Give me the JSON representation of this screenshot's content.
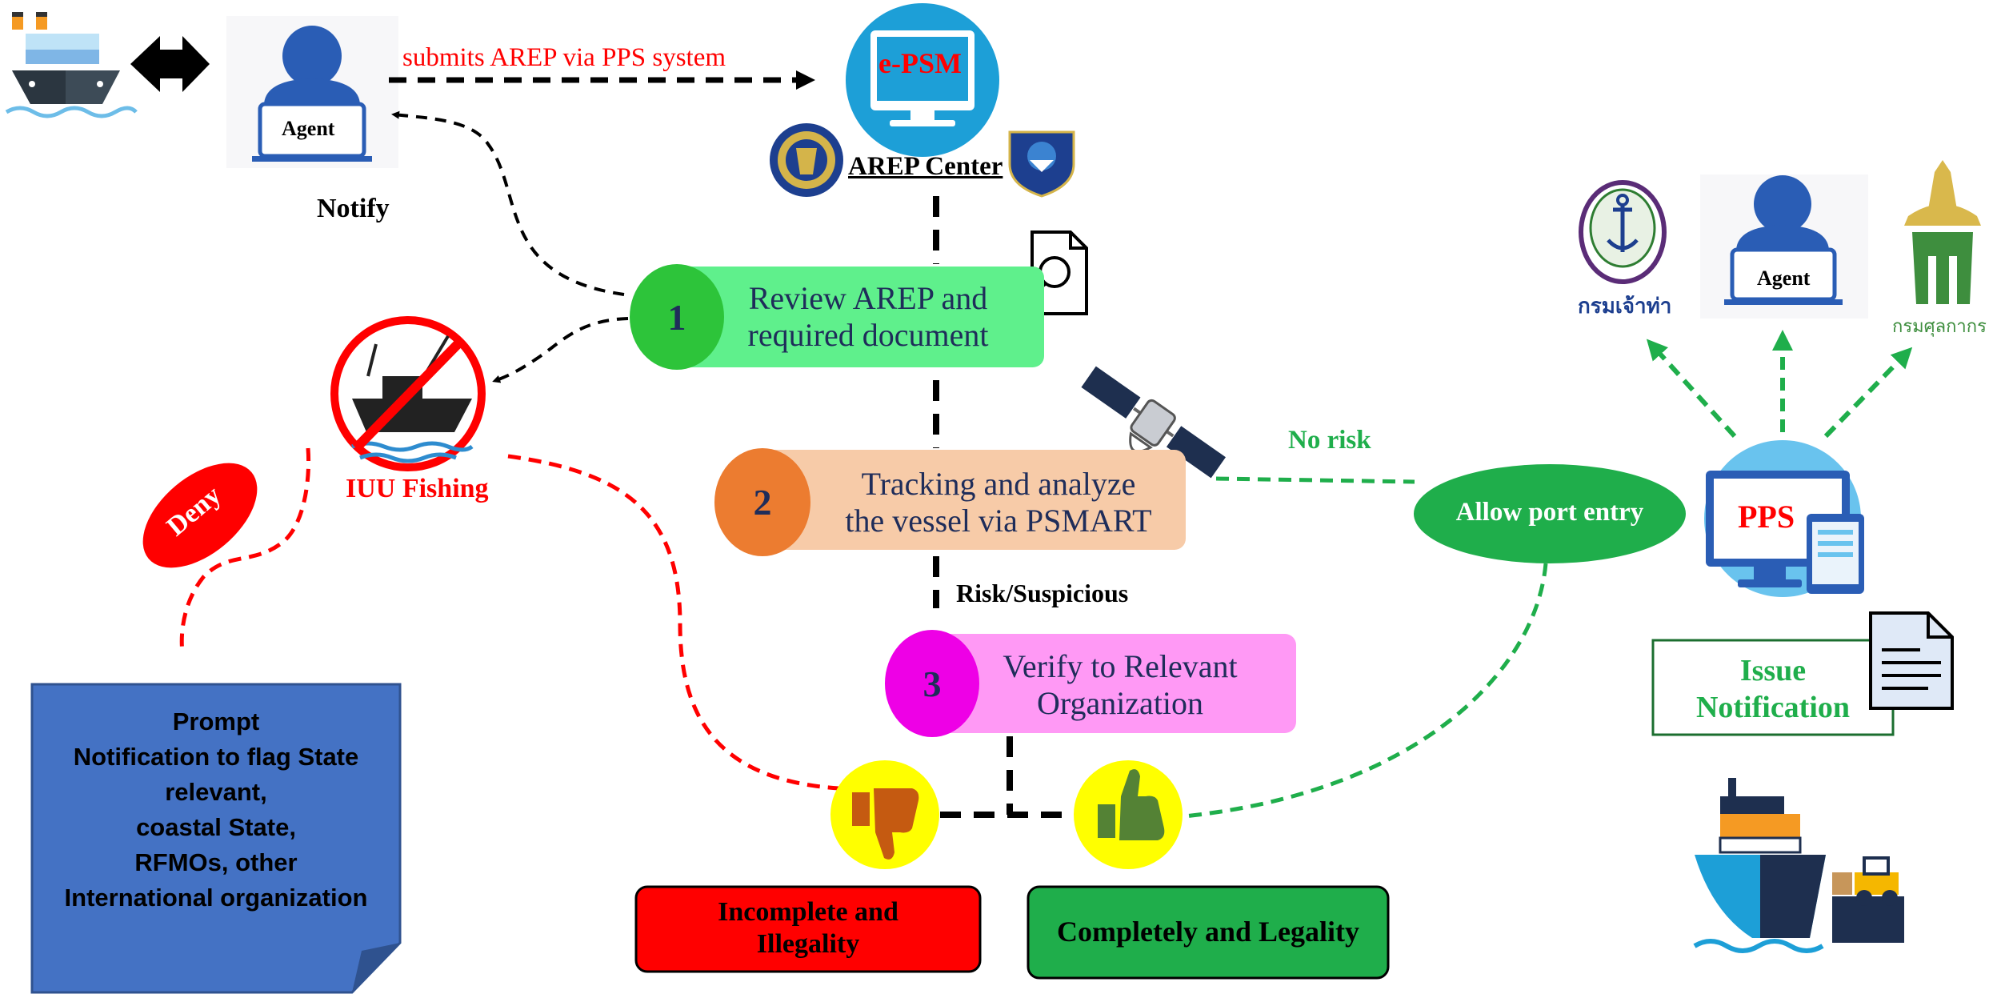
{
  "top": {
    "submit_label": "submits AREP via PPS system",
    "agent_label": "Agent",
    "epsm_label": "e-PSM",
    "arep_center_label": "AREP Center",
    "notify_label": "Notify"
  },
  "steps": [
    {
      "number": "1",
      "line1": "Review AREP and",
      "line2": "required document",
      "color": "#5ff08c",
      "circle_color": "#2dc43a"
    },
    {
      "number": "2",
      "line1": "Tracking and analyze",
      "line2": "the vessel via PSMART",
      "color": "#f7cba8",
      "circle_color": "#ec7c30"
    },
    {
      "number": "3",
      "line1": "Verify to Relevant",
      "line2": "Organization",
      "color": "#ff99f5",
      "circle_color": "#ee00e6"
    }
  ],
  "labels": {
    "risk": "Risk/Suspicious",
    "no_risk": "No risk",
    "allow": "Allow port entry",
    "iuu": "IUU Fishing",
    "deny": "Deny",
    "pps": "PPS",
    "issue_line1": "Issue",
    "issue_line2": "Notification",
    "agent_right": "Agent",
    "harbour_seal_text": "กรมเจ้าท่า",
    "customs_text": "กรมศุลกากร"
  },
  "prompt": {
    "lines": [
      "Prompt",
      "Notification to flag State",
      "relevant,",
      "coastal State,",
      "RFMOs, other",
      "International organization"
    ]
  },
  "outcomes": {
    "bad_line1": "Incomplete and",
    "bad_line2": "Illegality",
    "good": "Completely and Legality"
  },
  "colors": {
    "red": "#ff0000",
    "green": "#1fae4b",
    "blue_box": "#4472c4",
    "navy": "#1f2d5a",
    "thumb_yellow": "#ffff00"
  }
}
